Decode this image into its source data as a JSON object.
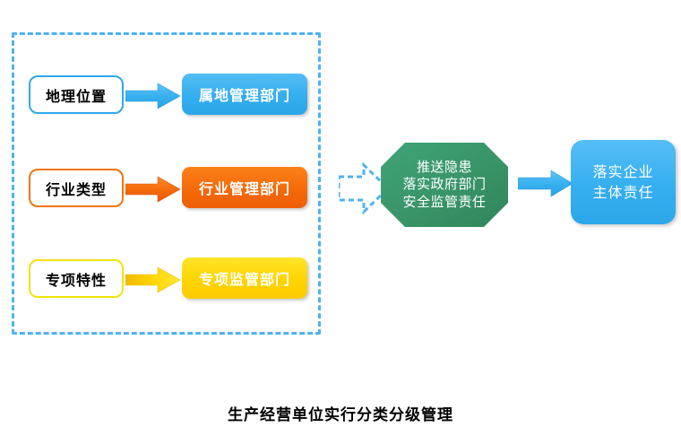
{
  "diagram": {
    "caption": "生产经营单位实行分类分级管理",
    "group": {
      "name": "classification-group",
      "border_color": "#4FB3F0",
      "border_style": "dashed"
    },
    "rows": [
      {
        "source_label": "地理位置",
        "arrow_icon": "right-arrow-icon",
        "dest_label": "属地管理部门",
        "color": "#2FA8EA",
        "accent": "blue"
      },
      {
        "source_label": "行业类型",
        "arrow_icon": "right-arrow-icon",
        "dest_label": "行业管理部门",
        "color": "#F2750A",
        "accent": "orange"
      },
      {
        "source_label": "专项特性",
        "arrow_icon": "right-arrow-icon",
        "dest_label": "专项监管部门",
        "color": "#FFD400",
        "accent": "yellow"
      }
    ],
    "connector": {
      "icon": "dashed-right-arrow-icon",
      "color": "#4FB3F0"
    },
    "hub": {
      "shape": "octagon",
      "color": "#3C9B6F",
      "lines": [
        "推送隐患",
        "落实政府部门",
        "安全监管责任"
      ]
    },
    "hub_arrow": {
      "icon": "right-arrow-icon",
      "color": "#36AFEF"
    },
    "outcome": {
      "color": "#36AFEF",
      "lines": [
        "落实企业",
        "主体责任"
      ]
    }
  }
}
